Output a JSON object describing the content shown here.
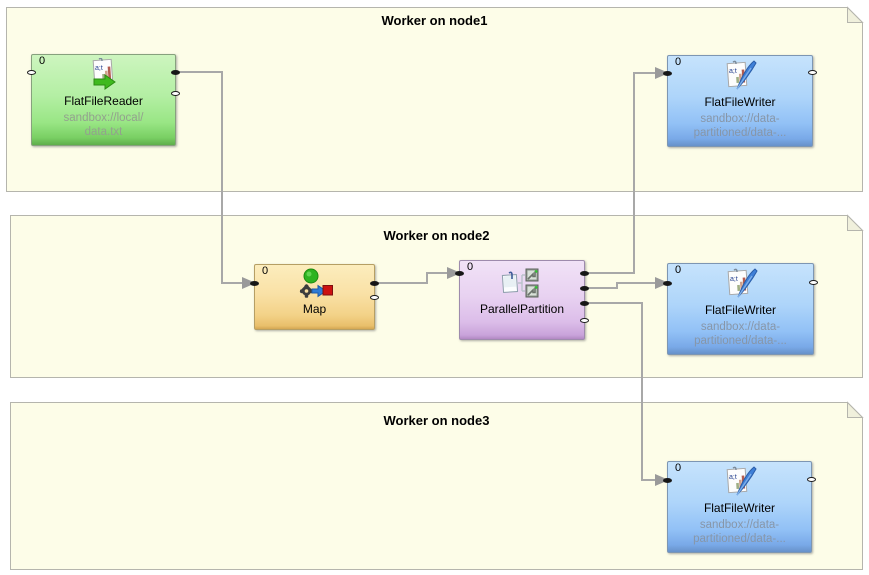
{
  "groups": [
    {
      "title": "Worker on node1"
    },
    {
      "title": "Worker on node2"
    },
    {
      "title": "Worker on node3"
    }
  ],
  "components": {
    "reader": {
      "type": "FlatFileReader",
      "label": "FlatFileReader",
      "index": "0",
      "file_line1": "sandbox://local/",
      "file_line2": "data.txt",
      "group": "Worker on node1"
    },
    "writer1": {
      "type": "FlatFileWriter",
      "label": "FlatFileWriter",
      "index": "0",
      "file_line1": "sandbox://data-",
      "file_line2": "partitioned/data-...",
      "group": "Worker on node1"
    },
    "map": {
      "type": "Map",
      "label": "Map",
      "index": "0",
      "group": "Worker on node2"
    },
    "partition": {
      "type": "ParallelPartition",
      "label": "ParallelPartition",
      "index": "0",
      "group": "Worker on node2"
    },
    "writer2": {
      "type": "FlatFileWriter",
      "label": "FlatFileWriter",
      "index": "0",
      "file_line1": "sandbox://data-",
      "file_line2": "partitioned/data-...",
      "group": "Worker on node2"
    },
    "writer3": {
      "type": "FlatFileWriter",
      "label": "FlatFileWriter",
      "index": "0",
      "file_line1": "sandbox://data-",
      "file_line2": "partitioned/data-...",
      "group": "Worker on node3"
    }
  },
  "edges": [
    {
      "from": "FlatFileReader",
      "from_port": "0",
      "to": "Map",
      "to_port": "0"
    },
    {
      "from": "Map",
      "from_port": "0",
      "to": "ParallelPartition",
      "to_port": "0"
    },
    {
      "from": "ParallelPartition",
      "from_port": "0",
      "to": "FlatFileWriter (node1)",
      "to_port": "0"
    },
    {
      "from": "ParallelPartition",
      "from_port": "1",
      "to": "FlatFileWriter (node2)",
      "to_port": "0"
    },
    {
      "from": "ParallelPartition",
      "from_port": "2",
      "to": "FlatFileWriter (node3)",
      "to_port": "0"
    }
  ],
  "colors": {
    "canvas_bg": "#FFFFFF",
    "group_fill": "#FDFDE8",
    "group_border": "#B5B5AD",
    "group_fold_fill": "#F0F0DC",
    "edge": "#A8A8A8",
    "reader_fill": "#A9EB97",
    "reader_border": "#87A17E",
    "reader_subtext": "#93A18E",
    "writer_fill": "#A3CDF9",
    "writer_border": "#7D96B3",
    "writer_subtext": "#8796A8",
    "map_fill": "#F8DD9E",
    "map_border": "#B69F64",
    "partition_fill": "#E0C6EC",
    "partition_border": "#9E8BAD",
    "label_text": "#000000"
  }
}
